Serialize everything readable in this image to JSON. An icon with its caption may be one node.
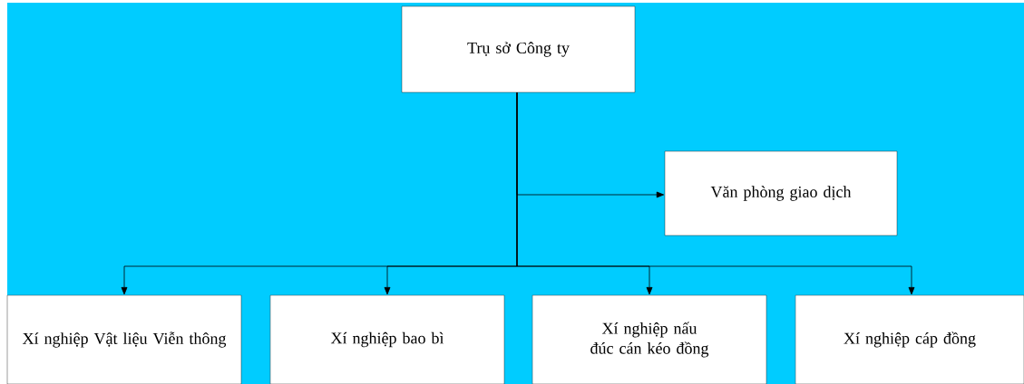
{
  "diagram": {
    "nodes": [
      {
        "text": [
          "Trụ sở Công ty"
        ]
      },
      {
        "text": [
          "Văn phòng giao dịch"
        ]
      },
      {
        "text": [
          "Xí nghiệp Vật liệu Viễn thông"
        ]
      },
      {
        "text": [
          "Xí nghiệp bao bì"
        ]
      },
      {
        "text": [
          "Xí nghiệp nấu đúc cán kéo đồng"
        ]
      },
      {
        "text": [
          "Xí nghiệp cáp đồng"
        ]
      }
    ],
    "edges": [
      {
        "from": 0,
        "to": 1,
        "arrow": "to"
      },
      {
        "from": 0,
        "to": 2,
        "arrow": "to"
      },
      {
        "from": 0,
        "to": 3,
        "arrow": "to"
      },
      {
        "from": 0,
        "to": 4,
        "arrow": "to"
      },
      {
        "from": 0,
        "to": 5,
        "arrow": "to"
      }
    ]
  }
}
